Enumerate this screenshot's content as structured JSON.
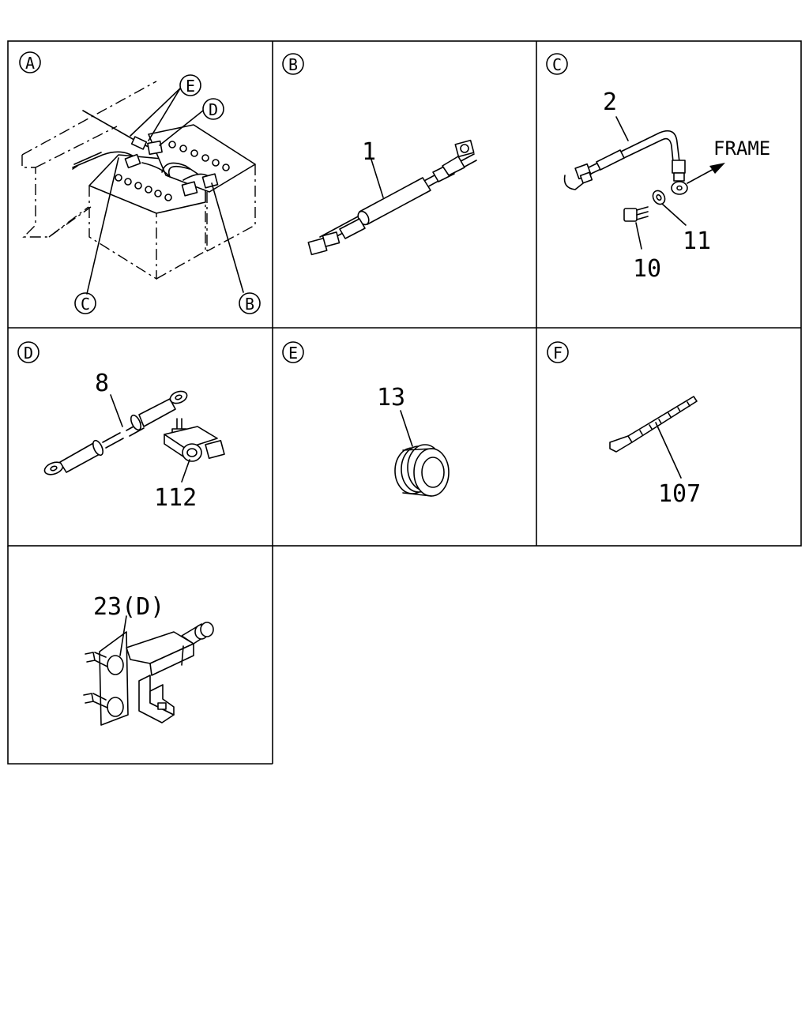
{
  "panels": {
    "A": {
      "letter": "A",
      "callouts": {
        "E": "E",
        "D": "D",
        "C": "C",
        "B": "B"
      }
    },
    "B": {
      "letter": "B",
      "part": "1"
    },
    "C": {
      "letter": "C",
      "part_cable": "2",
      "part_washer": "11",
      "part_bolt": "10",
      "direction": "FRAME"
    },
    "D": {
      "letter": "D",
      "part_cable": "8",
      "part_terminal": "112"
    },
    "E": {
      "letter": "E",
      "part": "13"
    },
    "F": {
      "letter": "F",
      "part": "107"
    },
    "G": {
      "part": "23(D)"
    }
  }
}
